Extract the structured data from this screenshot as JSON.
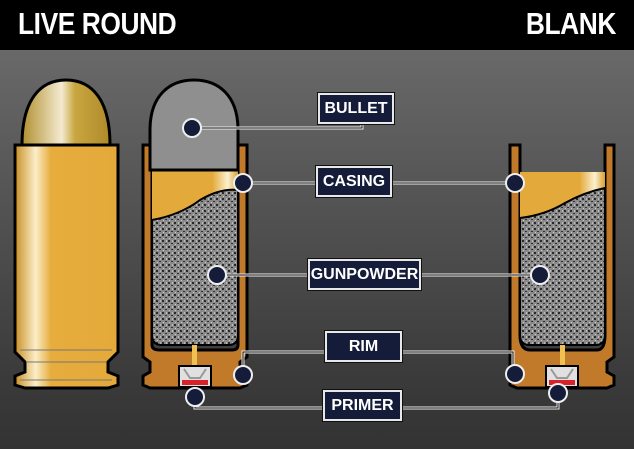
{
  "titles": {
    "left": "LIVE ROUND",
    "right": "BLANK"
  },
  "labels": {
    "bullet": "BULLET",
    "casing": "CASING",
    "gunpowder": "GUNPOWDER",
    "rim": "RIM",
    "primer": "PRIMER"
  },
  "colors": {
    "brass": "#e3a93a",
    "casing_section": "#c07a2a",
    "label_bg": "#141c3a",
    "bullet_grey": "#8f8f8f",
    "primer_red": "#d8222a"
  }
}
